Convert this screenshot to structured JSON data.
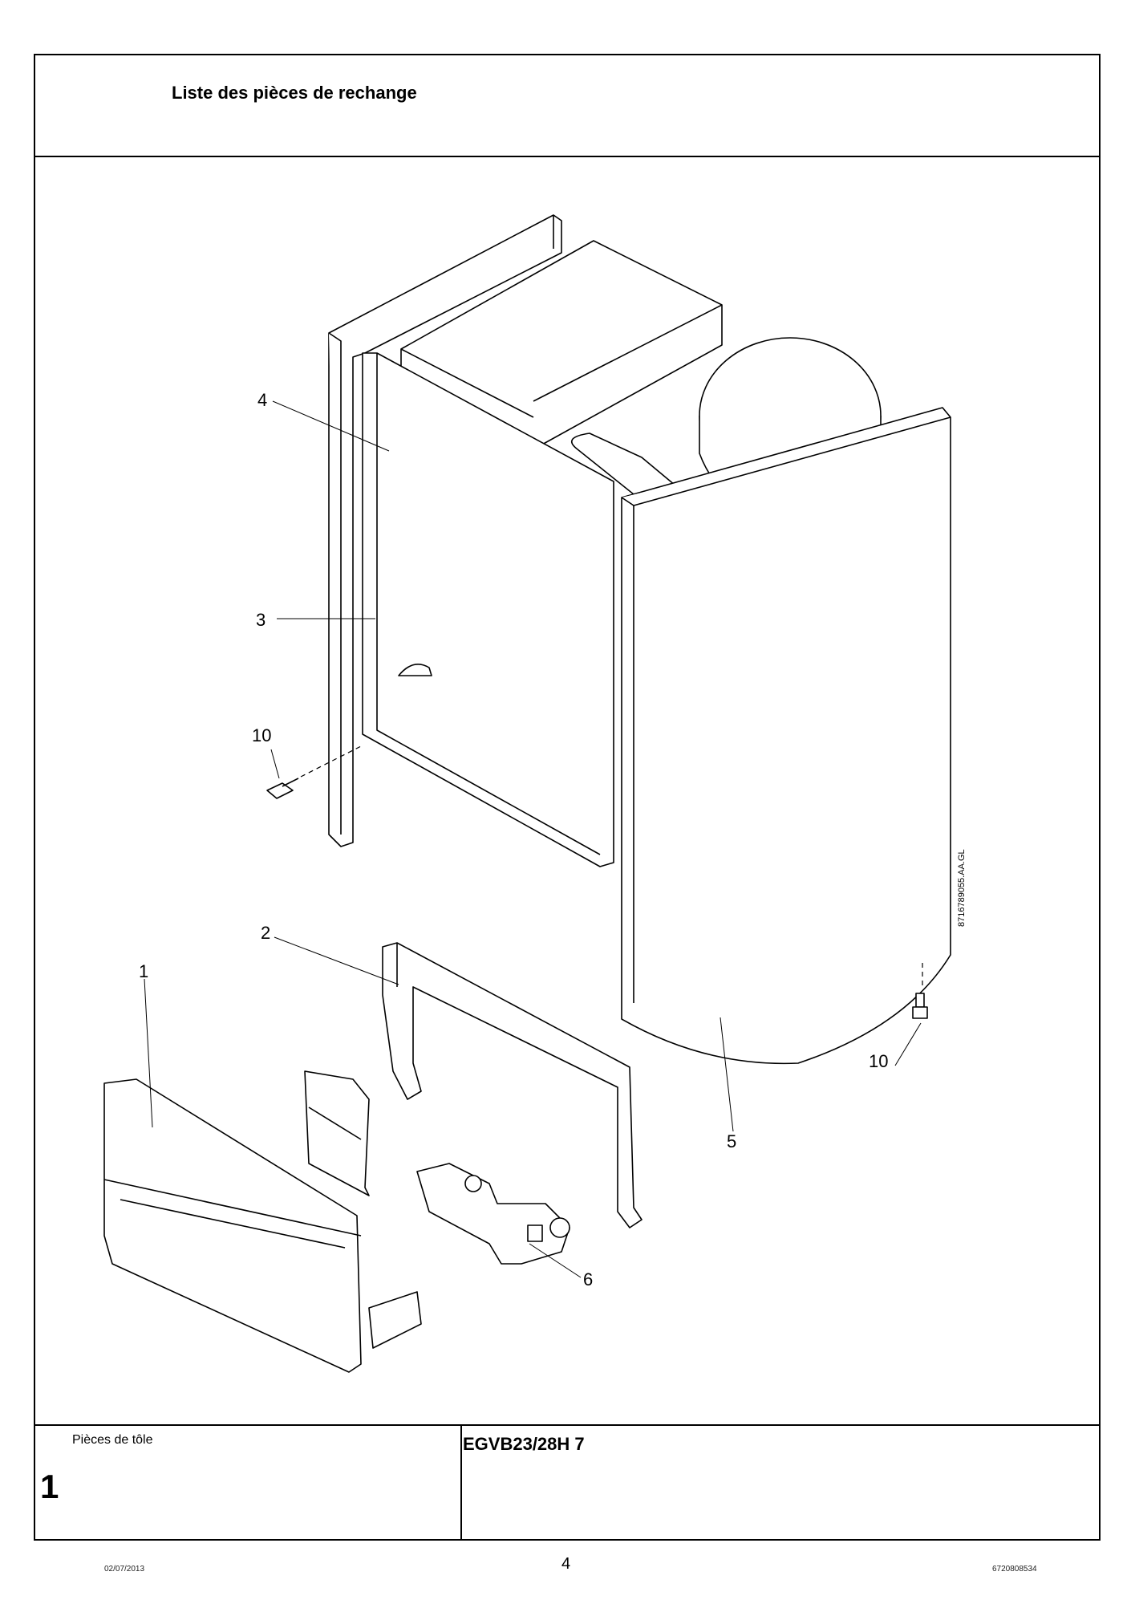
{
  "header": {
    "title": "Liste des pièces de rechange"
  },
  "drawing": {
    "reference_code": "8716789055.AA.GL",
    "callouts": [
      "1",
      "2",
      "3",
      "4",
      "5",
      "6",
      "10",
      "10"
    ]
  },
  "footer_box": {
    "section_name": "Pièces de tôle",
    "section_number": "1",
    "model": "EGVB23/28H 7"
  },
  "page_footer": {
    "date": "02/07/2013",
    "page_number": "4",
    "document_number": "6720808534"
  }
}
